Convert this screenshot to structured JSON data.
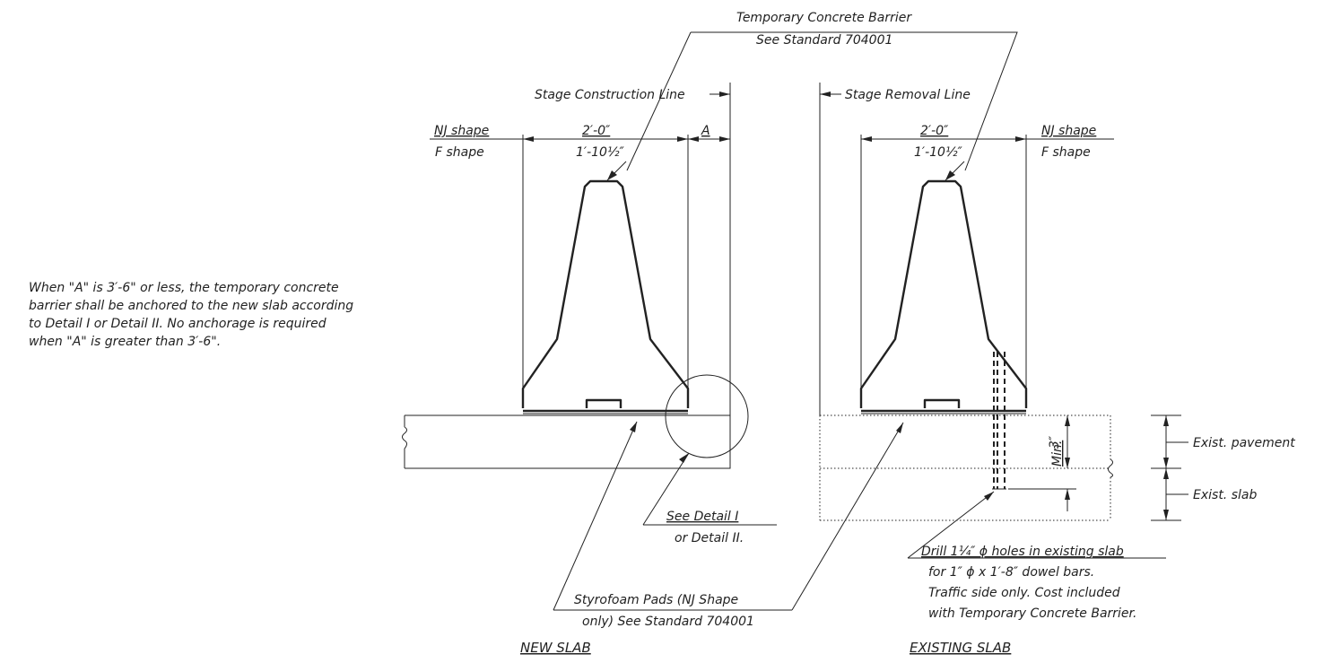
{
  "labels": {
    "temp_barrier_line1": "Temporary  Concrete Barrier",
    "temp_barrier_line2": "See Standard 704001",
    "stage_construction": "Stage Construction Line",
    "stage_removal": "Stage Removal Line",
    "nj_shape": "NJ shape",
    "f_shape": "F shape",
    "dim_2ft": "2′-0″",
    "dim_1ft10": "1′-10½″",
    "dim_a": "A",
    "note_line1": "When \"A\" is 3′-6\" or less, the temporary concrete",
    "note_line2": "barrier shall be anchored to the new slab according",
    "note_line3": "to Detail I or Detail II.  No anchorage is required",
    "note_line4": "when \"A\" is greater than 3′-6\".",
    "see_detail_line1": "See Detail I",
    "see_detail_line2": "or Detail II.",
    "styrofoam_line1": "Styrofoam Pads (NJ Shape",
    "styrofoam_line2": "only) See Standard 704001",
    "min_3in_value": "3″",
    "min_3in_label": "Min.",
    "exist_pavement": "Exist. pavement",
    "exist_slab": "Exist. slab",
    "drill_line1": "Drill 1¼″ ϕ holes in existing slab",
    "drill_line2": "for 1″ ϕ x 1′-8″ dowel bars.",
    "drill_line3": "Traffic side only.  Cost included",
    "drill_line4": "with Temporary Concrete Barrier.",
    "title_new_slab": "NEW SLAB",
    "title_existing_slab": "EXISTING SLAB"
  }
}
